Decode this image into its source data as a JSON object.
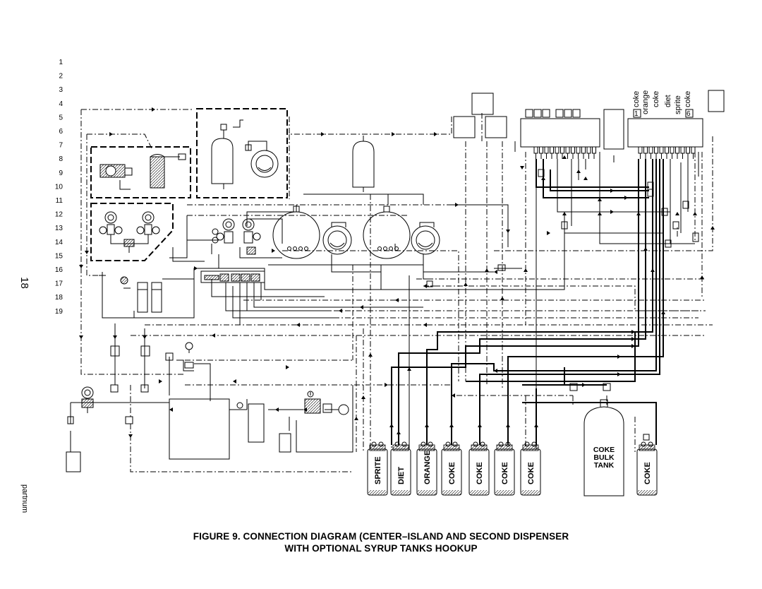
{
  "page": {
    "number": "18",
    "brand": "partnum"
  },
  "caption": {
    "line1": "FIGURE 9. CONNECTION DIAGRAM (CENTER–ISLAND AND SECOND DISPENSER",
    "line2": "WITH OPTIONAL SYRUP TANKS HOOKUP"
  },
  "legend_numbers": [
    "1",
    "2",
    "3",
    "4",
    "5",
    "6",
    "7",
    "8",
    "9",
    "10",
    "11",
    "12",
    "13",
    "14",
    "15",
    "16",
    "17",
    "18",
    "19"
  ],
  "dispenser_labels": {
    "left": [
      "coke",
      "orange",
      "coke",
      "1"
    ],
    "right": [
      "diet",
      "sprite",
      "coke",
      "6"
    ]
  },
  "syrup_tanks": [
    "SPRITE",
    "DIET",
    "ORANGE",
    "COKE",
    "COKE",
    "COKE",
    "COKE"
  ],
  "bulk_tank": {
    "line1": "COKE",
    "line2": "BULK",
    "line3": "TANK"
  },
  "extra_tank": "COKE"
}
